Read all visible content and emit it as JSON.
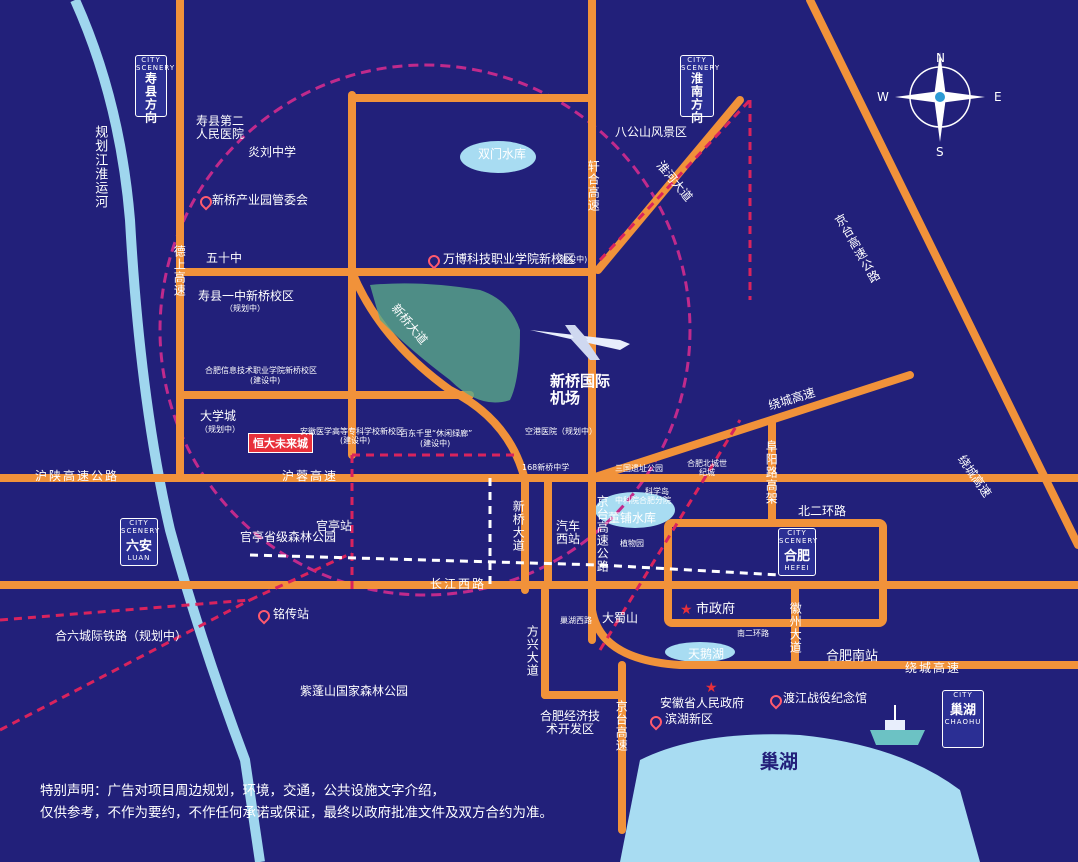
{
  "city_boxes": {
    "shouxian": {
      "en": "CITY SCENERY",
      "zh": "寿县方向"
    },
    "huainan": {
      "en": "CITY SCENERY",
      "zh": "淮南方向"
    },
    "luan": {
      "en": "CITY SCENERY",
      "zh": "六安",
      "sub": "LUAN"
    },
    "hefei": {
      "en": "CITY SCENERY",
      "zh": "合肥",
      "sub": "HEFEI"
    },
    "chaohu": {
      "en": "CITY",
      "zh": "巢湖",
      "sub": "CHAOHU"
    }
  },
  "compass": {
    "n": "N",
    "s": "S",
    "e": "E",
    "w": "W"
  },
  "roads": {
    "huaiyun": "规划江淮运河",
    "jiangshang": "德上高速",
    "husu": "沪陕高速公路",
    "hushu": "沪蓉高速",
    "changjiang": "长江西路",
    "xinqiao_ave": "新桥大道",
    "xinqiao_ave2": "新桥大道",
    "xuanhe": "轩合高速",
    "qiheng": "淮河大道",
    "jingtai": "京台高速公路",
    "raocheng": "绕城高速",
    "raocheng2": "绕城高速",
    "beier": "北二环路",
    "nanermain": "南二环路",
    "huizhou": "徽州大道",
    "fangxing": "方兴大道",
    "jingtai2": "京台高速",
    "fuyang": "阜阳路高架",
    "hefei_nan": "合肥南站",
    "hefei_jingji": "合肥经济技术开发区",
    "jingtai_nan": "京台高速公路",
    "railway": "合六城际铁路（规划中）"
  },
  "places": {
    "shouxian_hospital": "寿县第二人民医院",
    "yanliu": "炎刘中学",
    "yuanguan": "新桥产业园管委会",
    "wushi": "五十中",
    "shuangmen": "双门水库",
    "wanbo": "万博科技职业学院新校区",
    "wanbo_note": "(建设中)",
    "bagongshan": "八公山风景区",
    "yizhong": "寿县一中新桥校区",
    "yizhong_note": "（规划中）",
    "hexin": "合肥信息技术职业学院新桥校区",
    "hexin_note": "(建设中)",
    "daxuecheng": "大学城",
    "daxuecheng_note": "（规划中）",
    "hengda": "恒大未来城",
    "anhui_xueyuan": "安徽医学高等专科学校新校区",
    "anhui_xueyuan_note": "(建设中)",
    "baidong": "百东千里“休闲绿廊”",
    "baidong_note": "(建设中)",
    "airport": "新桥国际机场",
    "airport_hospital": "空港医院（规划中）",
    "zhongxue168": "168新桥中学",
    "sanguo": "三国遗址公园",
    "hefei_beicheng": "合肥北城世纪城",
    "kexue": "科学岛",
    "zhongke": "中科院合肥分院",
    "dongpu": "董铺水库",
    "zhiwuyuan": "植物园",
    "guanting": "官亭省级森林公园",
    "guanting_station": "官亭站",
    "qiche": "汽车西站",
    "mingchuan": "铭传站",
    "shizhengfu": "市政府",
    "dashushan": "大蜀山",
    "chaohu_west": "巢湖西路",
    "tianehu": "天鹅湖",
    "ziyunshan": "紫蓬山国家森林公园",
    "anhui_gov": "安徽省人民政府",
    "dujiang": "渡江战役纪念馆",
    "binhu": "滨湖新区",
    "chaohu_lake": "巢湖"
  },
  "disclaimer": {
    "line1": "特别声明：广告对项目周边规划，环境，交通，公共设施文字介绍，",
    "line2": "仅供参考，不作为要约，不作任何承诺或保证，最终以政府批准文件及双方合约为准。"
  },
  "colors": {
    "background": "#22207a",
    "road": "#f1923a",
    "rail_dash": "#d9235d",
    "white_rail": "#ffffff",
    "water": "#a8dcf2",
    "circle": "#c02a8c"
  }
}
